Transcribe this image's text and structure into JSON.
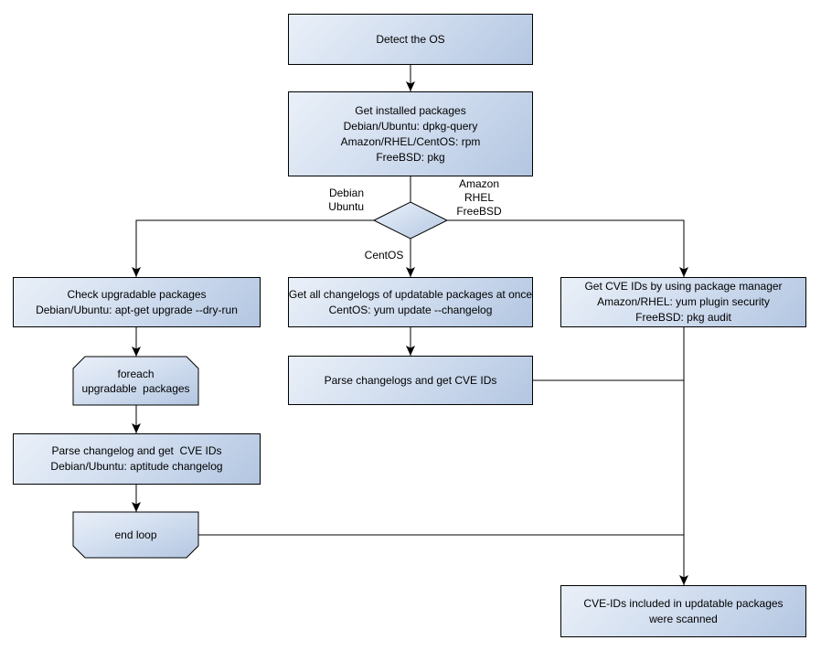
{
  "nodes": {
    "detect_os": "Detect the OS",
    "get_installed_packages": "Get installed packages\nDebian/Ubuntu: dpkg-query\nAmazon/RHEL/CentOS: rpm\nFreeBSD: pkg",
    "check_upgradable": "Check upgradable packages\nDebian/Ubuntu: apt-get upgrade --dry-run",
    "foreach_loop": "foreach\nupgradable  packages",
    "parse_changelog_left": "Parse changelog and get  CVE IDs\nDebian/Ubuntu: aptitude changelog",
    "end_loop": "end loop",
    "get_all_changelogs": "Get all changelogs of updatable packages at once\nCentOS: yum update --changelog",
    "parse_changelogs": "Parse changelogs and get CVE IDs",
    "get_cve_ids_pkg_manager": "Get CVE IDs by using package manager\nAmazon/RHEL: yum plugin security\nFreeBSD: pkg audit",
    "result": "CVE-IDs included in updatable packages\nwere scanned"
  },
  "edge_labels": {
    "left_branch": "Debian\nUbuntu",
    "right_branch": "Amazon\nRHEL\nFreeBSD",
    "down_branch": "CentOS"
  },
  "colors": {
    "node_fill_light": "#eaf0f8",
    "node_fill_dark": "#b3c6e1",
    "node_border": "#000000",
    "connector": "#000000",
    "text": "#000000",
    "background": "#ffffff"
  }
}
